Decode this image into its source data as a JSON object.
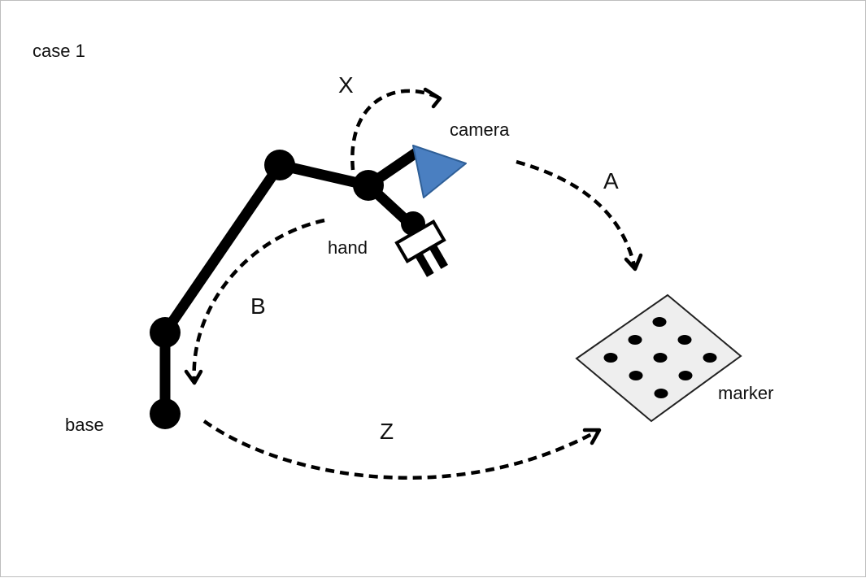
{
  "labels": {
    "case": "case 1",
    "camera": "camera",
    "hand": "hand",
    "base": "base",
    "marker": "marker",
    "x": "X",
    "a": "A",
    "b": "B",
    "z": "Z"
  },
  "colors": {
    "camera_fill": "#4a7fc1",
    "camera_stroke": "#2f5f97",
    "arm": "#000000",
    "marker_fill": "#eeeeee",
    "marker_dot": "#000000",
    "arrow": "#000000"
  },
  "icons": {
    "camera": "triangle-icon",
    "gripper": "gripper-icon",
    "joint": "circle-icon"
  }
}
